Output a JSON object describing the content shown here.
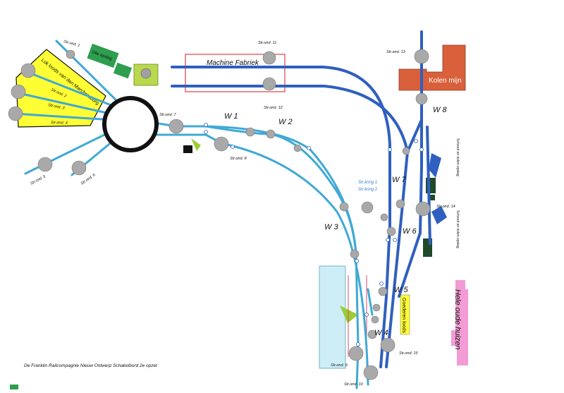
{
  "footer": "De Franklin Railcompagnie Nieuw Ontwerp Schakelbord 2e opzet",
  "buildings": {
    "machine_fabriek": "Machine Fabriek",
    "kolen_mijn": "Kolen mijn",
    "loods": "Lok loods van den Marchersburg",
    "olie_opslag": "Olie opslag",
    "goederen_loods": "Goederen loods",
    "hele_oude_huizen": "Hele oude huizen",
    "schoot_opslag_1": "Schroot en kolen opslag",
    "schoot_opslag_2": "Schroot en kolen opslag"
  },
  "switches": {
    "w1": "W 1",
    "w2": "W 2",
    "w3": "W 3",
    "w4": "W 4",
    "w5": "W 5",
    "w6": "W 6",
    "w7": "W 7",
    "w8": "W 8"
  },
  "circuits": {
    "kring1": "Str.kring 1",
    "kring2": "Str.kring 2"
  },
  "stroom": {
    "s1": "Str.ond. 1",
    "s2": "Str.ond. 2",
    "s3": "Str.ond. 3",
    "s4": "Str.ond. 4",
    "s5": "Str.ond. 5",
    "s6": "Str.ond. 6",
    "s7": "Str.ond. 7",
    "s8": "Str.ond. 8",
    "s9": "Str.ond. 9",
    "s10": "Str.ond. 10",
    "s11": "Str.ond. 11",
    "s12": "Str.ond. 12",
    "s13": "Str.ond. 13",
    "s14": "Str.ond. 14",
    "s15": "Str.ond. 15"
  },
  "colors": {
    "track_light": "#3fa9d6",
    "track_dark": "#2f5fbf",
    "loods_fill": "#ffff33",
    "kolen_fill": "#d9603b",
    "roze": "#f29bd4",
    "groen": "#2e9e4f",
    "turntable": "#111111"
  }
}
